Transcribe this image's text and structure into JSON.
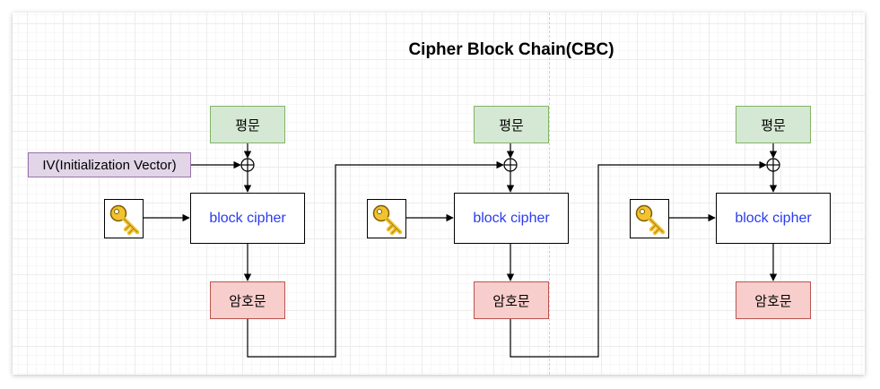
{
  "diagram": {
    "title": "Cipher Block Chain(CBC)",
    "iv_label": "IV(Initialization Vector)",
    "stages": [
      {
        "plaintext": "평문",
        "cipher": "block cipher",
        "ciphertext": "암호문"
      },
      {
        "plaintext": "평문",
        "cipher": "block cipher",
        "ciphertext": "암호문"
      },
      {
        "plaintext": "평문",
        "cipher": "block cipher",
        "ciphertext": "암호문"
      }
    ],
    "icons": {
      "key": "key-icon",
      "xor": "xor-icon"
    },
    "colors": {
      "plaintext_fill": "#d5e8d4",
      "plaintext_stroke": "#82b366",
      "ciphertext_fill": "#f8cecc",
      "ciphertext_stroke": "#b85450",
      "iv_fill": "#e1d5e7",
      "iv_stroke": "#9673a6",
      "cipher_text": "#2b3bf0",
      "key_color": "#f2c230"
    }
  }
}
